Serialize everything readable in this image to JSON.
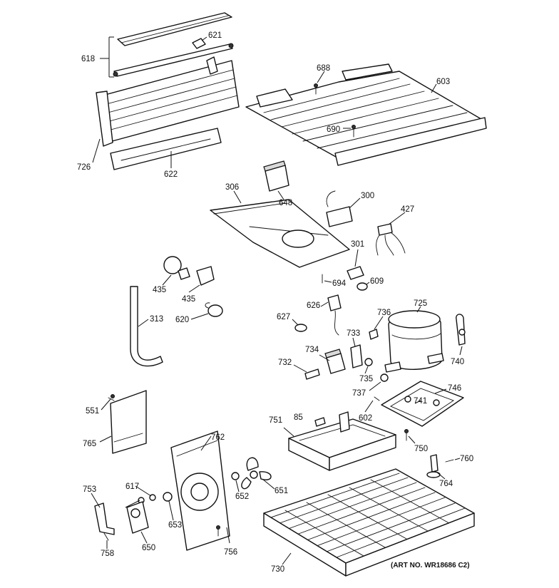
{
  "callouts": {
    "c618": "618",
    "c621": "621",
    "c726": "726",
    "c622": "622",
    "c688": "688",
    "c603": "603",
    "c690": "690",
    "c306": "306",
    "c648": "648",
    "c300": "300",
    "c427": "427",
    "c301": "301",
    "c694": "694",
    "c609": "609",
    "c435a": "435",
    "c435b": "435",
    "c313": "313",
    "c620": "620",
    "c627": "627",
    "c626": "626",
    "c736": "736",
    "c725": "725",
    "c733": "733",
    "c734": "734",
    "c740": "740",
    "c732": "732",
    "c735": "735",
    "c737": "737",
    "c746": "746",
    "c741": "741",
    "c602": "602",
    "c85": "85",
    "c751": "751",
    "c551": "551",
    "c765": "765",
    "c762": "762",
    "c750": "750",
    "c760": "760",
    "c764": "764",
    "c617": "617",
    "c753": "753",
    "c652": "652",
    "c651": "651",
    "c653": "653",
    "c650": "650",
    "c756": "756",
    "c758": "758",
    "c730": "730"
  },
  "art_number": "(ART NO. WR18686 C2)"
}
